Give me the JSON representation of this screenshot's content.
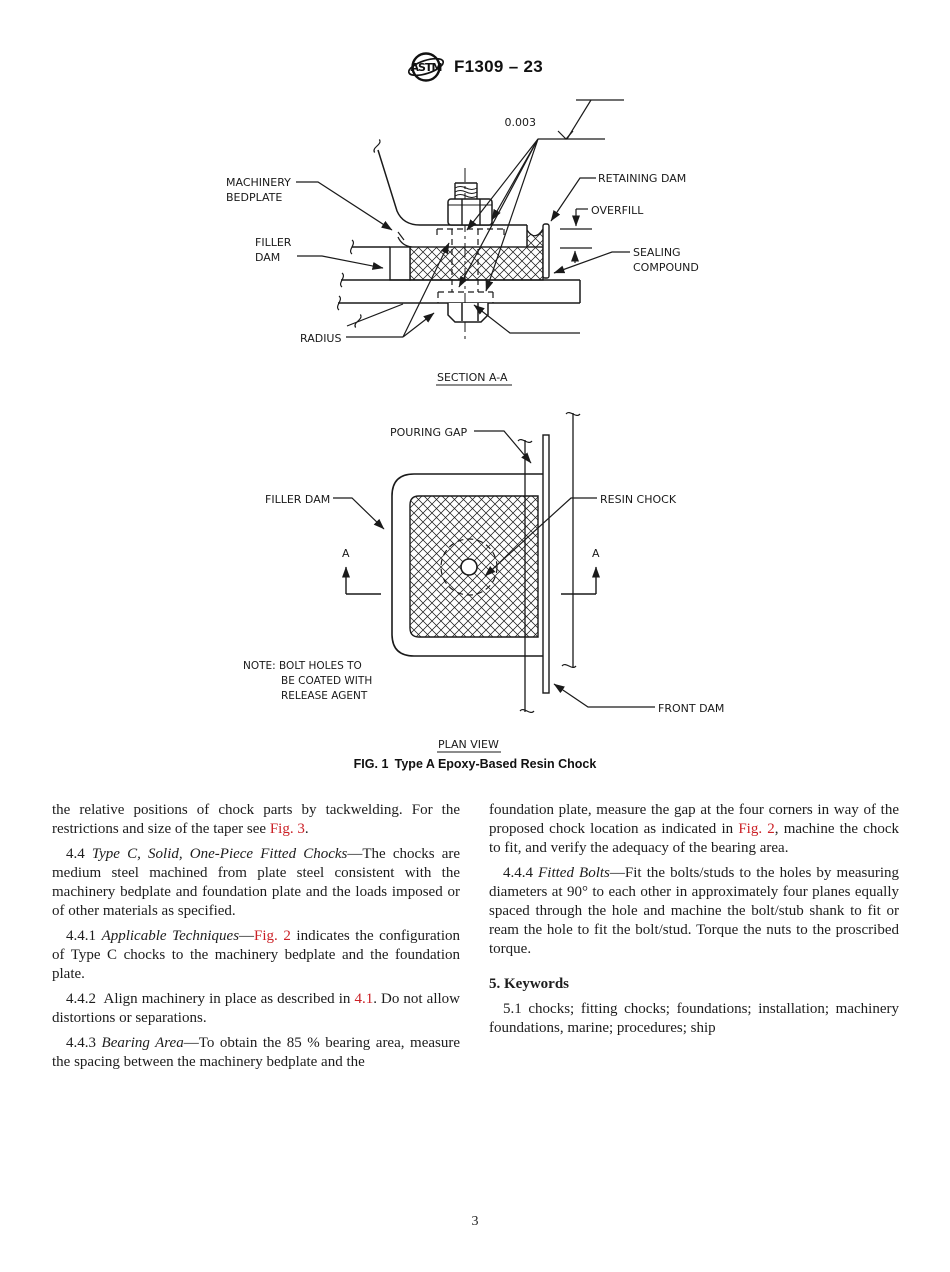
{
  "header": {
    "doc_code": "F1309 – 23",
    "logo": "astm-globe-logo"
  },
  "colors": {
    "link_red": "#CB2026",
    "ink": "#1a1a1a"
  },
  "fig_section": {
    "tolerance": "0.003",
    "machinery_bedplate": [
      "MACHINERY",
      "BEDPLATE"
    ],
    "filler_dam": [
      "FILLER",
      "DAM"
    ],
    "radius": "RADIUS",
    "retaining_dam": "RETAINING DAM",
    "overfill": "OVERFILL",
    "sealing_compound": [
      "SEALING",
      "COMPOUND"
    ],
    "view_title": "SECTION A-A"
  },
  "fig_plan": {
    "pouring_gap": "POURING GAP",
    "filler_dam": "FILLER DAM",
    "resin_chock": "RESIN CHOCK",
    "front_dam": "FRONT DAM",
    "section_marker_left": "A",
    "section_marker_right": "A",
    "note": [
      "NOTE: BOLT HOLES TO",
      "BE COATED WITH",
      "RELEASE AGENT"
    ],
    "view_title": "PLAN VIEW"
  },
  "figure_caption": "FIG. 1 Type A Epoxy-Based Resin Chock",
  "body": {
    "left": [
      {
        "runs": [
          {
            "t": "the relative positions of chock parts by tackwelding. For the restrictions and size of the taper see "
          },
          {
            "t": "Fig. 3",
            "s": "link"
          },
          {
            "t": "."
          }
        ]
      },
      {
        "runs": [
          {
            "t": "4.4 "
          },
          {
            "t": "Type C, Solid, One-Piece Fitted Chocks",
            "s": "i"
          },
          {
            "t": "—The chocks are medium steel machined from plate steel consistent with the machinery bedplate and foundation plate and the loads imposed or of other materials as specified."
          }
        ]
      },
      {
        "runs": [
          {
            "t": "4.4.1 "
          },
          {
            "t": "Applicable Techniques",
            "s": "i"
          },
          {
            "t": "—"
          },
          {
            "t": "Fig. 2",
            "s": "link"
          },
          {
            "t": " indicates the configuration of Type C chocks to the machinery bedplate and the foundation plate."
          }
        ]
      },
      {
        "runs": [
          {
            "t": "4.4.2 Align machinery in place as described in "
          },
          {
            "t": "4.1",
            "s": "link"
          },
          {
            "t": ". Do not allow distortions or separations."
          }
        ]
      },
      {
        "runs": [
          {
            "t": "4.4.3 "
          },
          {
            "t": "Bearing Area",
            "s": "i"
          },
          {
            "t": "—To obtain the 85 % bearing area, measure the spacing between the machinery bedplate and the"
          }
        ]
      }
    ],
    "right": [
      {
        "runs": [
          {
            "t": "foundation plate, measure the gap at the four corners in way of the proposed chock location as indicated in "
          },
          {
            "t": "Fig. 2",
            "s": "link"
          },
          {
            "t": ", machine the chock to fit, and verify the adequacy of the bearing area."
          }
        ]
      },
      {
        "runs": [
          {
            "t": "4.4.4 "
          },
          {
            "t": "Fitted Bolts",
            "s": "i"
          },
          {
            "t": "—Fit the bolts/studs to the holes by measuring diameters at 90° to each other in approximately four planes equally spaced through the hole and machine the bolt/stub shank to fit or ream the hole to fit the bolt/stud. Torque the nuts to the proscribed torque."
          }
        ]
      },
      {
        "heading": true,
        "runs": [
          {
            "t": "5. Keywords",
            "s": "b"
          }
        ]
      },
      {
        "runs": [
          {
            "t": "5.1 chocks; fitting chocks; foundations; installation; machinery foundations, marine; procedures; ship"
          }
        ]
      }
    ]
  },
  "footer": {
    "page_number": "3"
  }
}
